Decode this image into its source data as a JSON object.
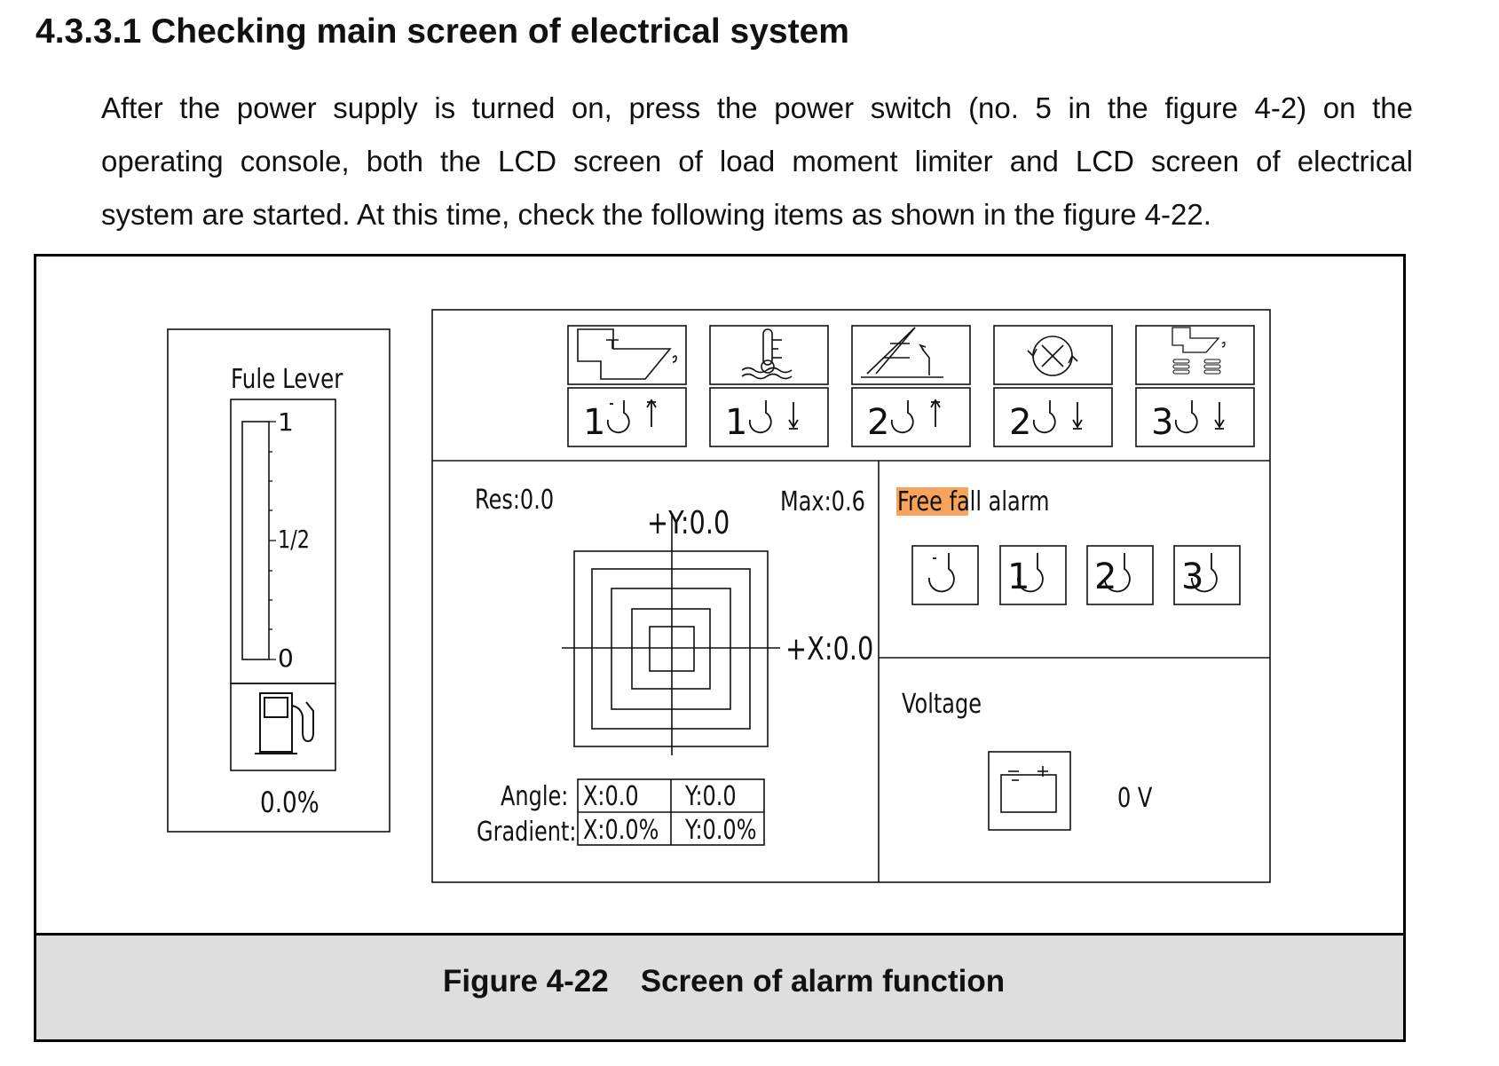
{
  "section": {
    "title": "4.3.3.1 Checking main screen of electrical system"
  },
  "paragraph": {
    "lines": [
      "After the power supply is turned on, press the power switch (no. 5 in the figure 4-2) on the",
      "operating console, both the LCD screen of load moment limiter and LCD screen of electrical",
      "system are started. At this time, check the following items as shown in the figure 4-22."
    ]
  },
  "figure": {
    "caption_number": "Figure 4-22",
    "caption_title": "Screen of alarm function",
    "fuel_panel": {
      "title": "Fule Lever",
      "gauge_labels": {
        "full": "1",
        "half": "1/2",
        "empty": "0"
      },
      "level_percent": 0.0,
      "value_text": "0.0%",
      "icon": "fuel-pump-icon"
    },
    "top_icons": [
      {
        "icon": "hydraulic-oil-tank-icon",
        "label": "1",
        "icon2": "hook-up-icon"
      },
      {
        "icon": "temperature-icon",
        "label": "1",
        "icon2": "hook-down-icon"
      },
      {
        "icon": "boom-angle-icon",
        "label": "2",
        "icon2": "hook-up-icon"
      },
      {
        "icon": "rotation-circle-icon",
        "label": "2",
        "icon2": "hook-down-icon"
      },
      {
        "icon": "oil-filter-icon",
        "label": "3",
        "icon2": "hook-down-icon"
      }
    ],
    "level_panel": {
      "res": "Res:0.0",
      "max": "Max:0.6",
      "y_label": "+Y:0.0",
      "x_label": "+X:0.0",
      "angle_label": "Angle:",
      "gradient_label": "Gradient:",
      "angle_x": "X:0.0",
      "angle_y": "Y:0.0",
      "gradient_x": "X:0.0%",
      "gradient_y": "Y:0.0%"
    },
    "alarm_panel": {
      "highlight": "Free fall",
      "rest": " alarm",
      "highlight_color": "#f7a35c",
      "hooks": [
        "",
        "1",
        "2",
        "3"
      ]
    },
    "voltage_panel": {
      "title": "Voltage",
      "value": "0 V",
      "icon": "battery-icon"
    }
  }
}
